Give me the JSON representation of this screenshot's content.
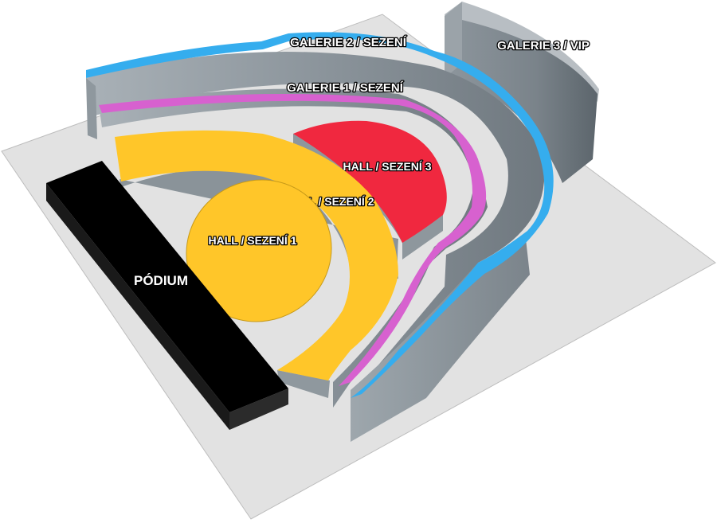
{
  "zones": {
    "podium": {
      "label": "PÓDIUM",
      "color": "#000000"
    },
    "hall_1": {
      "label": "HALL / SEZENÍ 1",
      "color": "#ffc629"
    },
    "hall_2": {
      "label": "HALL / SEZENÍ 2",
      "color": "#ffc629"
    },
    "hall_3": {
      "label": "HALL / SEZENÍ 3",
      "color": "#f0283f"
    },
    "galerie_1": {
      "label": "GALERIE 1 / SEZENÍ",
      "color": "#d761cf"
    },
    "galerie_2": {
      "label": "GALERIE 2 / SEZENÍ",
      "color": "#35adee"
    },
    "galerie_3": {
      "label": "GALERIE 3 / VIP",
      "color": "#7a8389"
    }
  },
  "colors": {
    "floor": "#e2e2e2",
    "wall": "#9aa3aa",
    "wall_dark": "#727c84"
  }
}
